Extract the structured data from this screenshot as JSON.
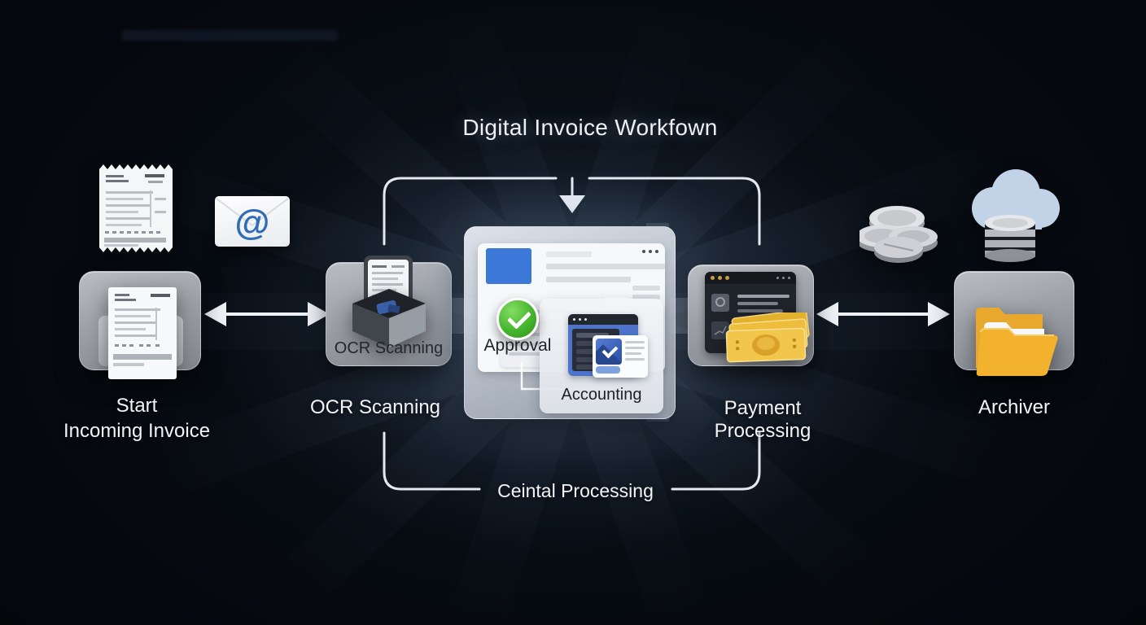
{
  "title": "Digital Invoice Workfown",
  "nodes": {
    "start": {
      "line1": "Start",
      "line2": "Incoming Invoice"
    },
    "ocr": {
      "box_label": "OCR Scanning",
      "caption": "OCR Scanning"
    },
    "central": {
      "approval": "Approval",
      "accounting": "Accounting",
      "caption": "Ceintal Processing"
    },
    "payment": {
      "caption": "Payment Processing"
    },
    "archive": {
      "caption": "Archiver"
    }
  },
  "icons": {
    "at_glyph": "@",
    "receipt": "receipt-icon",
    "email": "email-at-icon",
    "invoice_inbox": "invoice-inbox-icon",
    "ocr_scanner": "ocr-scanner-box-icon",
    "approval_check": "green-check-icon",
    "accounting_app": "accounting-window-icon",
    "payment_app": "payment-window-icon",
    "banknotes": "banknotes-icon",
    "coins": "coins-icon",
    "cloud_database": "cloud-database-icon",
    "folder": "folder-icon"
  },
  "colors": {
    "background": "#04070c",
    "node_box": "#9aa0a8",
    "accent_blue": "#3c78d8",
    "at_blue": "#2e6cb5",
    "check_green": "#3aa823",
    "money_yellow": "#f0c23c",
    "folder_yellow": "#f2b22e",
    "cloud_blue": "#c2d3e8",
    "line_white": "#e3e9f0",
    "label_white": "#f2f4f8",
    "label_dark": "#1d2126"
  }
}
